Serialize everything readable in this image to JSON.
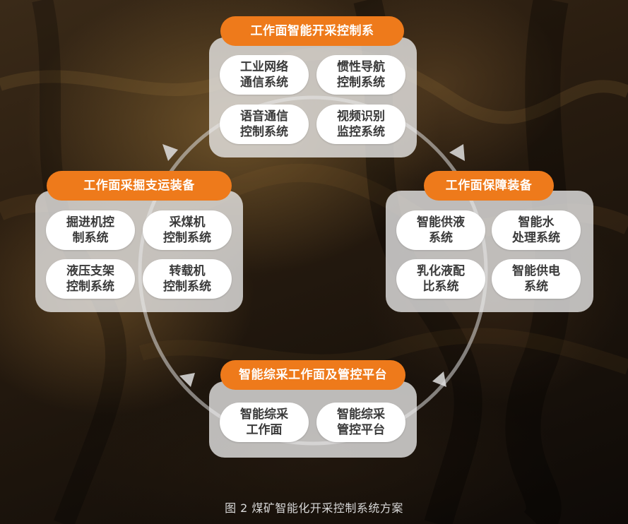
{
  "groups": {
    "top": {
      "title": "工作面智能开采控制系",
      "items": [
        "工业网络\n通信系统",
        "惯性导航\n控制系统",
        "语音通信\n控制系统",
        "视频识别\n监控系统"
      ]
    },
    "left": {
      "title": "工作面采掘支运装备",
      "items": [
        "掘进机控\n制系统",
        "采煤机\n控制系统",
        "液压支架\n控制系统",
        "转载机\n控制系统"
      ]
    },
    "right": {
      "title": "工作面保障装备",
      "items": [
        "智能供液\n系统",
        "智能水\n处理系统",
        "乳化液配\n比系统",
        "智能供电\n系统"
      ]
    },
    "bottom": {
      "title": "智能综采工作面及管控平台",
      "items": [
        "智能综采\n工作面",
        "智能综采\n管控平台"
      ]
    }
  },
  "caption": "图 2  煤矿智能化开采控制系统方案",
  "colors": {
    "accent": "#ee7a1b",
    "panel": "#ebebeb",
    "item_bg": "#ffffff",
    "item_text": "#3a3a3a",
    "ring": "#d8d8d8"
  }
}
